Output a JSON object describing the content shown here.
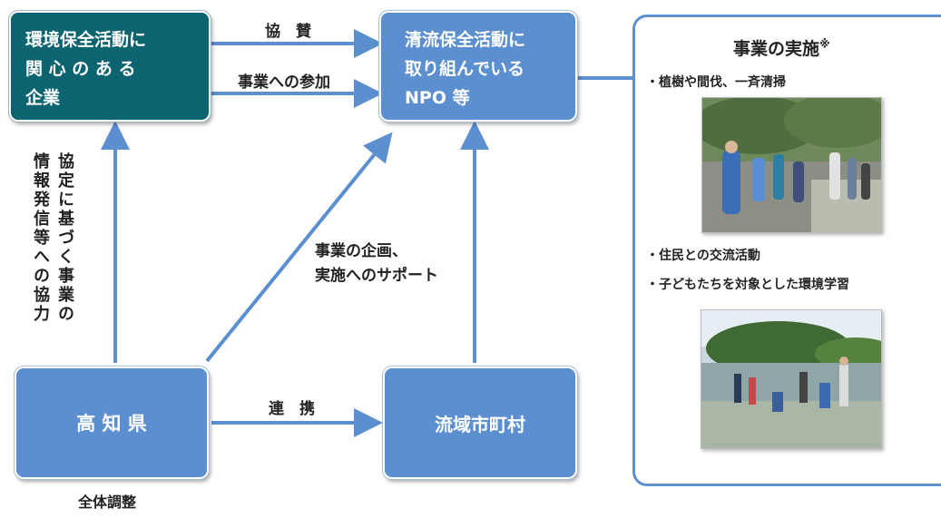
{
  "nodes": {
    "company": [
      "環境保全活動に",
      "関 心 の あ る",
      "企業"
    ],
    "npo": [
      "清流保全活動に",
      "取り組んでいる",
      "NPO 等"
    ],
    "prefecture": "高 知 県",
    "municipality": "流域市町村"
  },
  "edges": {
    "sponsorship": "協　賛",
    "participation": "事業への参加",
    "support_line1": "事業の企画、",
    "support_line2": "実施へのサポート",
    "cooperation_line1": "協定に基づく事業の",
    "cooperation_line2": "情報発信等への協力",
    "collaboration": "連　携"
  },
  "panel": {
    "title": "事業の実施",
    "title_mark": "※",
    "bullet1": "・植樹や間伐、一斉清掃",
    "bullet2": "・住民との交流活動",
    "bullet3": "・子どもたちを対象とした環境学習"
  },
  "bottom_note": "全体調整",
  "colors": {
    "teal": "#0c6470",
    "blue": "#5b8fd0",
    "arrow": "#5b8fd0"
  }
}
